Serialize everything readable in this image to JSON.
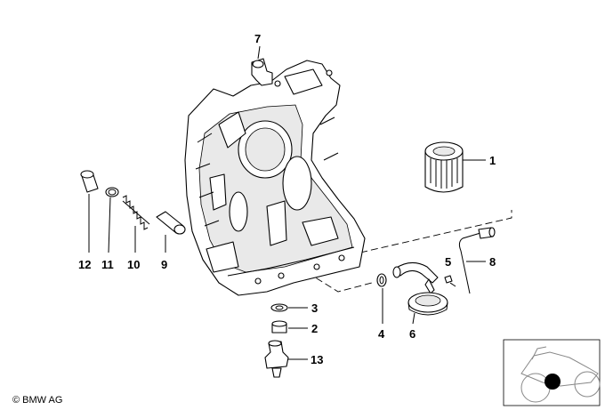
{
  "callouts": {
    "p1": "1",
    "p2": "2",
    "p3": "3",
    "p4": "4",
    "p5": "5",
    "p6": "6",
    "p7": "7",
    "p8": "8",
    "p9": "9",
    "p10": "10",
    "p11": "11",
    "p12": "12",
    "p13": "13"
  },
  "copyright": "© BMW AG",
  "thumbnail_icon": "motorcycle-location-icon"
}
